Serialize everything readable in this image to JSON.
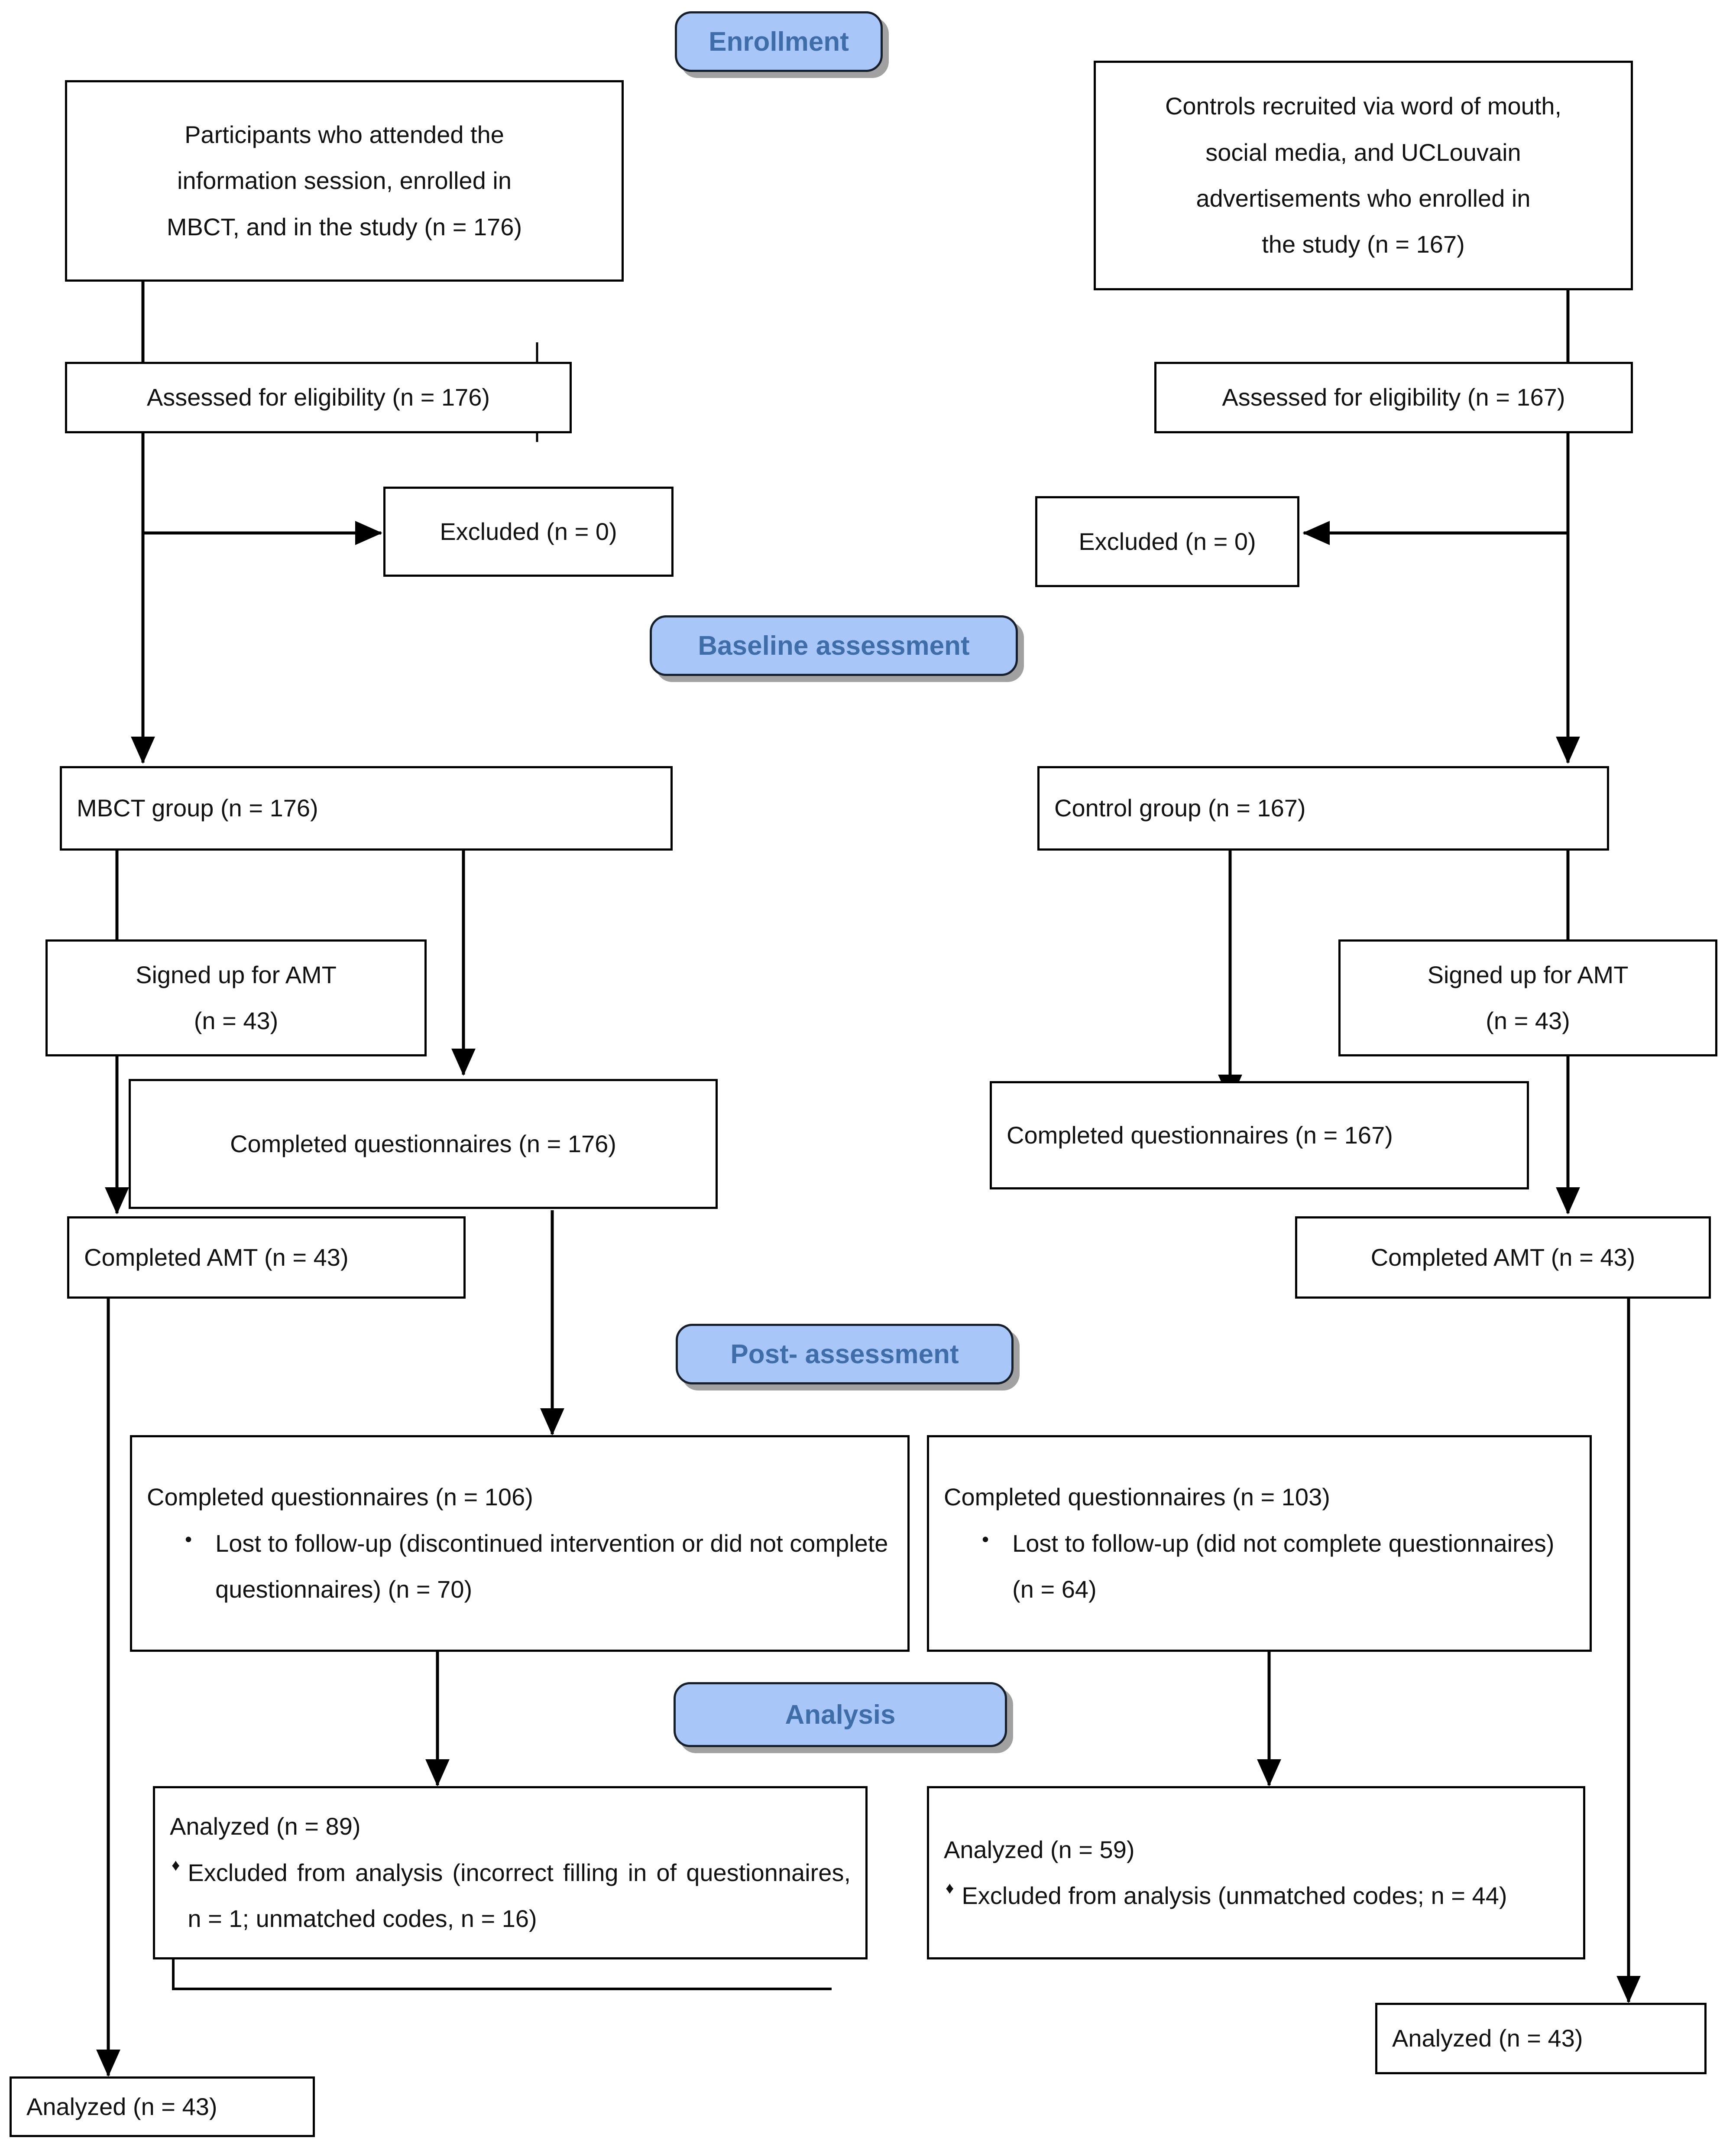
{
  "diagram": {
    "type": "consort-flow-diagram",
    "title": "CONSORT participant flow diagram (MBCT vs Control)",
    "accent_banner_fill": "#A9C6F8",
    "accent_banner_text": "#3E6DA8",
    "box_border": "#000000",
    "page_background": "#FFFFFF"
  },
  "banners": [
    {
      "id": "enrollment",
      "label": "Enrollment"
    },
    {
      "id": "baseline",
      "label": "Baseline assessment"
    },
    {
      "id": "post",
      "label": "Post- assessment"
    },
    {
      "id": "analysis",
      "label": "Analysis"
    }
  ],
  "nodes": {
    "mbct_source": {
      "lines": [
        "Participants who attended the",
        "information session, enrolled in",
        "MBCT, and in the study (n = 176)"
      ]
    },
    "control_source": {
      "lines": [
        "Controls recruited via word of mouth,",
        "social media, and UCLouvain",
        "advertisements who enrolled in",
        "the study (n = 167)"
      ]
    },
    "mbct_eligibility": {
      "text": "Assessed for eligibility (n = 176)"
    },
    "control_eligibility": {
      "text": "Assessed for eligibility (n = 167)"
    },
    "mbct_excluded": {
      "text": "Excluded (n = 0)"
    },
    "control_excluded": {
      "text": "Excluded (n = 0)"
    },
    "mbct_group": {
      "text": "MBCT group (n = 176)"
    },
    "control_group": {
      "text": "Control group (n = 167)"
    },
    "mbct_signed_amt": {
      "line1": "Signed up for AMT",
      "line2": "(n = 43)"
    },
    "control_signed_amt": {
      "line1": "Signed up for AMT",
      "line2": "(n = 43)"
    },
    "mbct_baseline_quest": {
      "text": "Completed questionnaires (n = 176)"
    },
    "control_baseline_quest": {
      "text": "Completed questionnaires (n = 167)"
    },
    "mbct_completed_amt": {
      "text": "Completed AMT (n = 43)"
    },
    "control_completed_amt": {
      "text": "Completed AMT (n = 43)"
    },
    "mbct_post": {
      "heading": "Completed questionnaires (n = 106)",
      "bullet": "Lost to follow-up (discontinued intervention or did not complete questionnaires) (n = 70)",
      "bullet_marker": "•"
    },
    "control_post": {
      "heading": "Completed questionnaires (n = 103)",
      "bullet": "Lost to follow-up (did not complete questionnaires) (n = 64)",
      "bullet_marker": "•"
    },
    "mbct_analysis": {
      "heading": "Analyzed (n = 89)",
      "bullet": "Excluded from analysis (incorrect filling in of questionnaires, n = 1; unmatched codes, n = 16)",
      "bullet_marker": "♦"
    },
    "control_analysis": {
      "heading": "Analyzed (n = 59)",
      "bullet": "Excluded from analysis (unmatched codes; n = 44)",
      "bullet_marker": "♦"
    },
    "mbct_final": {
      "text": "Analyzed (n = 43)"
    },
    "control_final": {
      "text": "Analyzed (n = 43)"
    }
  }
}
